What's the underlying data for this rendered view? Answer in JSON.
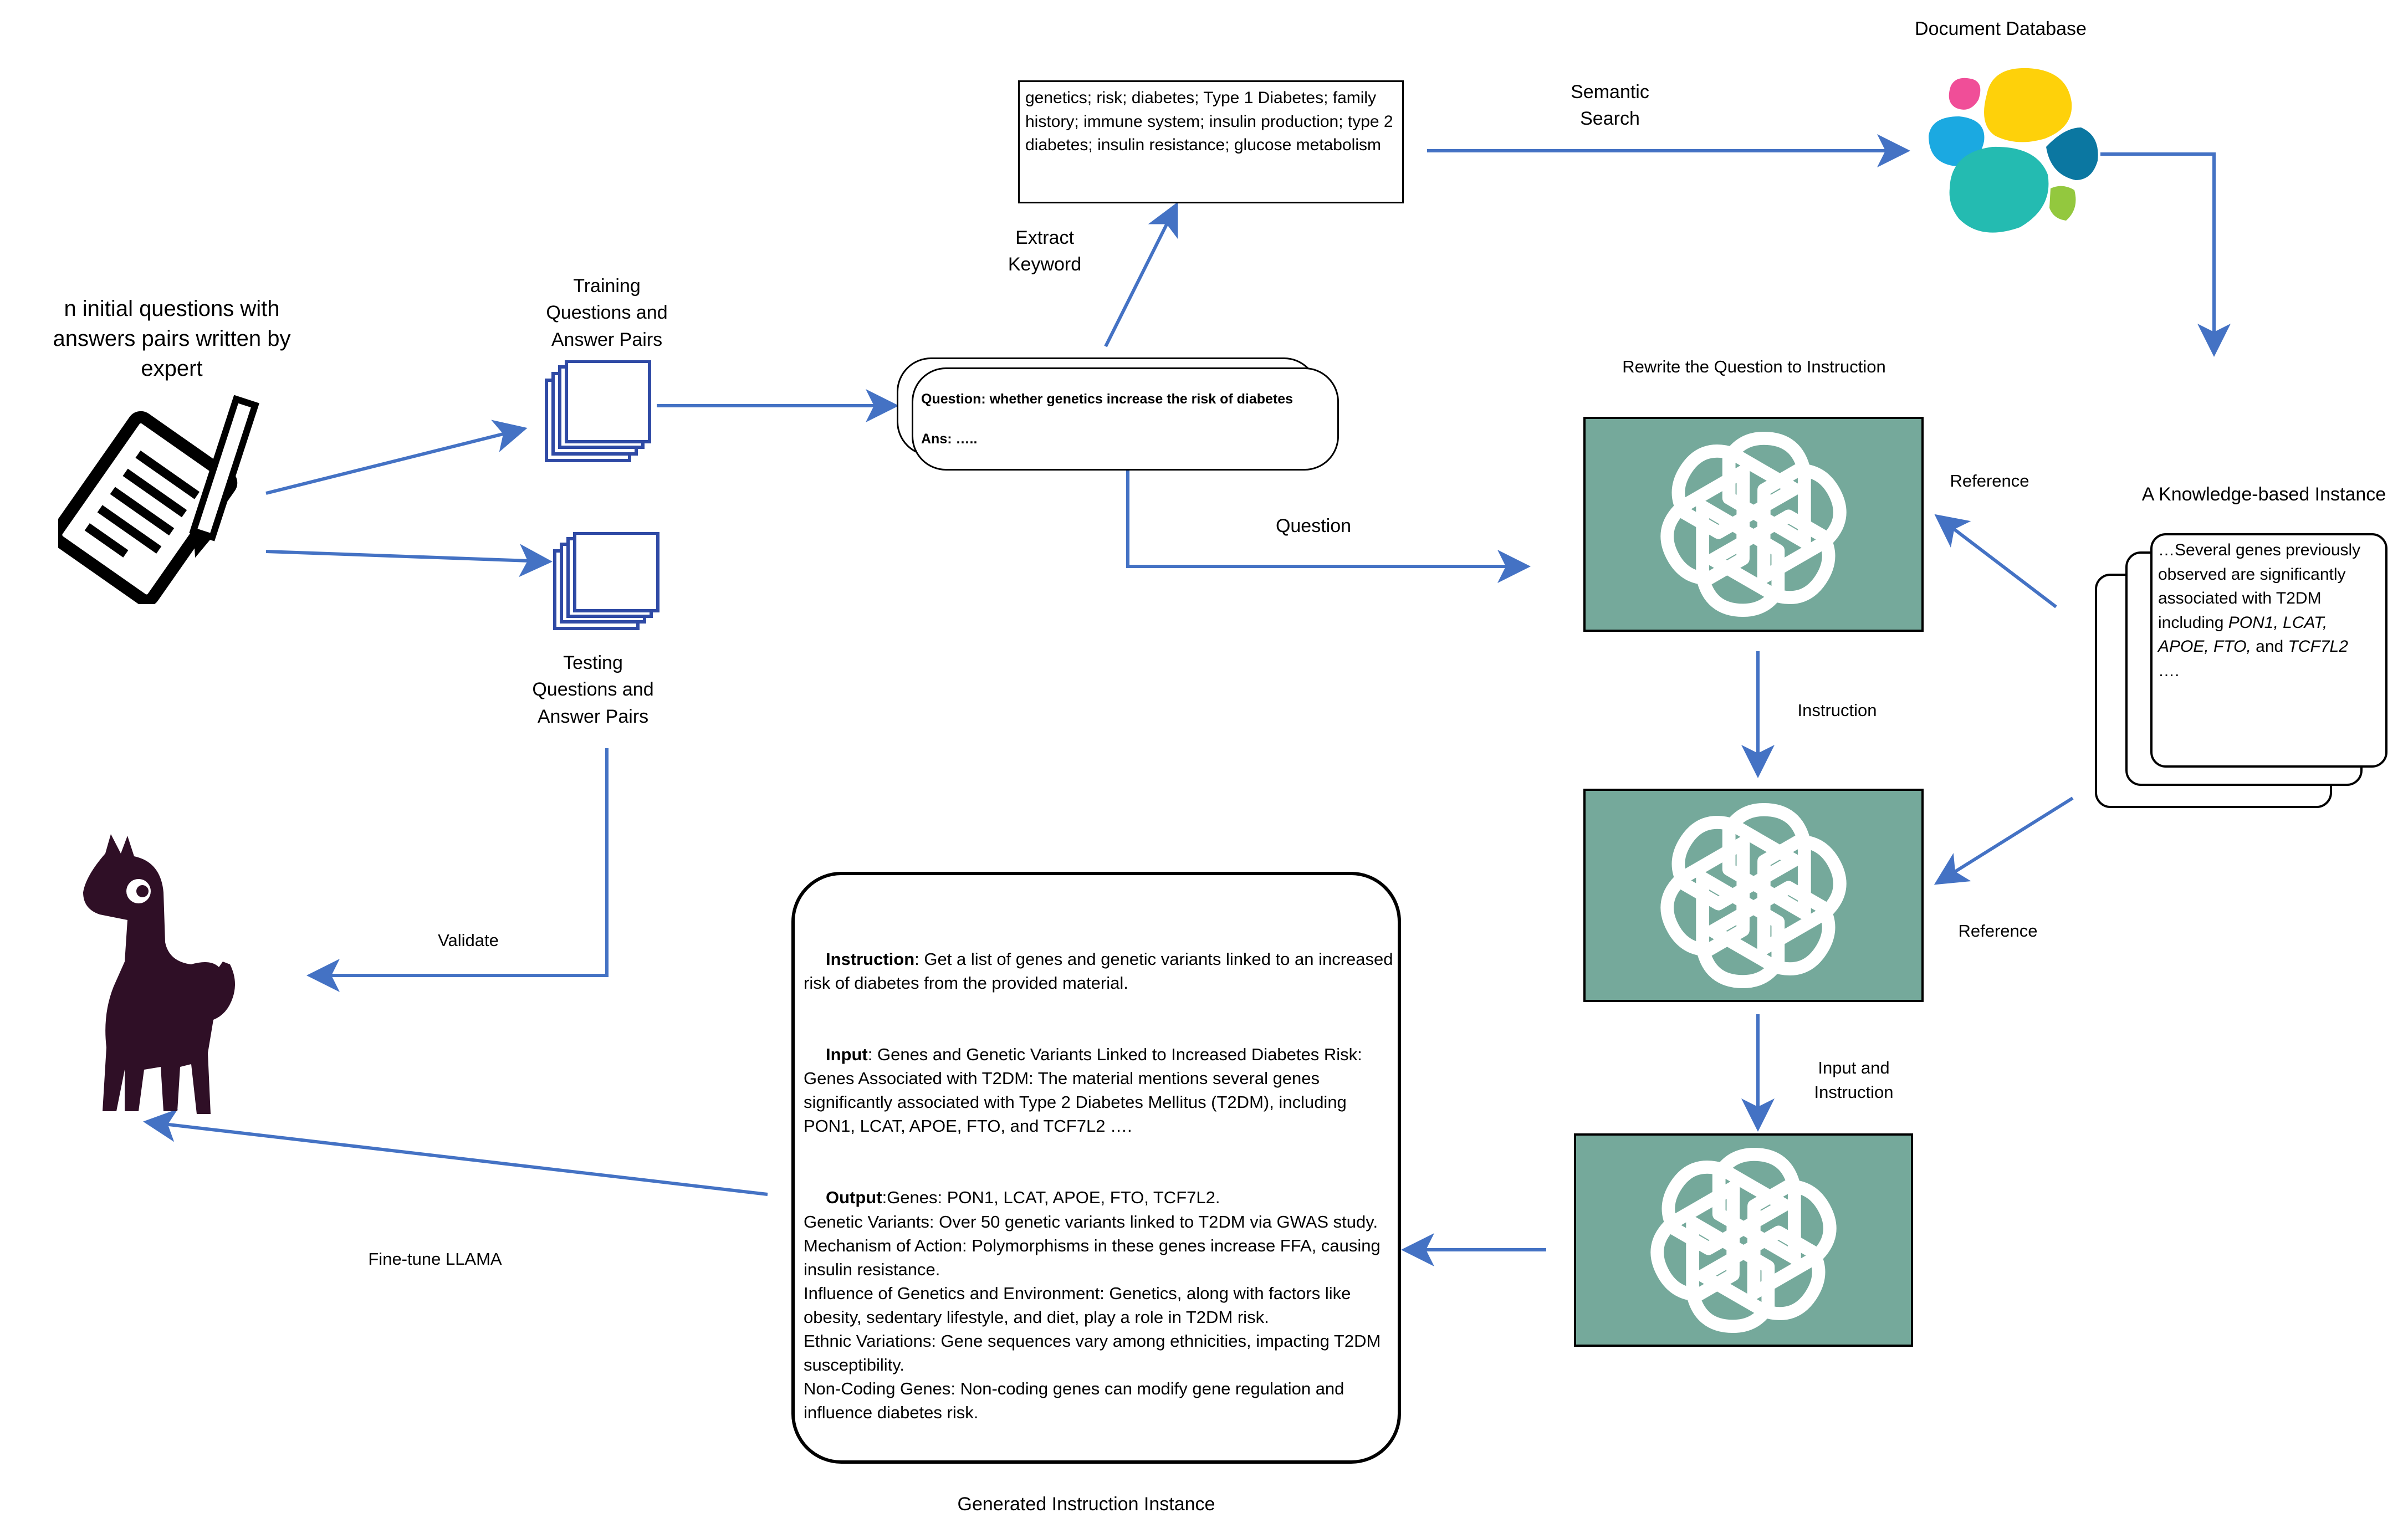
{
  "expert_label": [
    "n initial questions with",
    "answers pairs written by",
    "expert"
  ],
  "training_label": [
    "Training",
    "Questions and",
    "Answer Pairs"
  ],
  "testing_label": [
    "Testing",
    "Questions and",
    "Answer Pairs"
  ],
  "keywords_box": "genetics; risk; diabetes; Type 1 Diabetes; family history; immune system; insulin production; type 2 diabetes; insulin resistance; glucose metabolism",
  "extract_keyword_label": [
    "Extract",
    "Keyword"
  ],
  "semantic_search_label": [
    "Semantic",
    "Search"
  ],
  "document_database_label": "Document Database",
  "question_card": {
    "question": "Question: whether genetics increase the risk of diabetes",
    "answer": "Ans: ….."
  },
  "rewrite_label": "Rewrite the Question to Instruction",
  "question_arrow_label": "Question",
  "reference_label_1": "Reference",
  "reference_label_2": "Reference",
  "instruction_label": "Instruction",
  "input_instruction_label": [
    "Input and",
    "Instruction"
  ],
  "knowledge_title": "A Knowledge-based Instance",
  "knowledge_text": {
    "line1": "…Several genes previously",
    "line2": "observed are significantly",
    "line3": "associated with T2DM",
    "line4_prefix": "including ",
    "genes_a": "PON1, LCAT,",
    "genes_b": "APOE, FTO,",
    "and": " and ",
    "gene_last": "TCF7L2",
    "ellipsis": "…."
  },
  "validate_label": "Validate",
  "finetune_label": "Fine-tune LLAMA",
  "generated_label": "Generated Instruction Instance",
  "generated": {
    "instruction_head": "Instruction",
    "instruction_text": ": Get a list of genes and genetic variants linked to an increased risk of diabetes from the provided material.",
    "input_head": "Input",
    "input_text": ": Genes and Genetic Variants Linked to Increased Diabetes Risk: Genes Associated with T2DM: The material mentions several genes significantly associated with Type 2 Diabetes Mellitus (T2DM), including PON1, LCAT, APOE, FTO, and TCF7L2 ….",
    "output_head": "Output",
    "output_text": ":Genes: PON1, LCAT, APOE, FTO, TCF7L2.",
    "output_lines": [
      "Genetic Variants: Over 50 genetic variants linked to T2DM via GWAS study.",
      "Mechanism of Action: Polymorphisms in these genes increase FFA, causing insulin resistance.",
      "Influence of Genetics and Environment: Genetics, along with factors like obesity, sedentary lifestyle, and diet, play a role in T2DM risk.",
      "Ethnic Variations: Gene sequences vary among ethnicities, impacting T2DM susceptibility.",
      "Non-Coding Genes: Non-coding genes can modify gene regulation and influence diabetes risk."
    ]
  },
  "colors": {
    "arrow": "#4472c4",
    "gpt_bg": "#75a99b",
    "doc_blue": "#2f4aa5",
    "llama": "#2f0f26",
    "elastic": [
      "#f04e98",
      "#fed10a",
      "#1ba9e1",
      "#0b77a1",
      "#24bbb1",
      "#93c83e"
    ]
  },
  "icons": [
    "checklist-pencil-icon",
    "document-stack-icon",
    "elastic-logo-icon",
    "openai-logo-icon",
    "llama-icon"
  ]
}
